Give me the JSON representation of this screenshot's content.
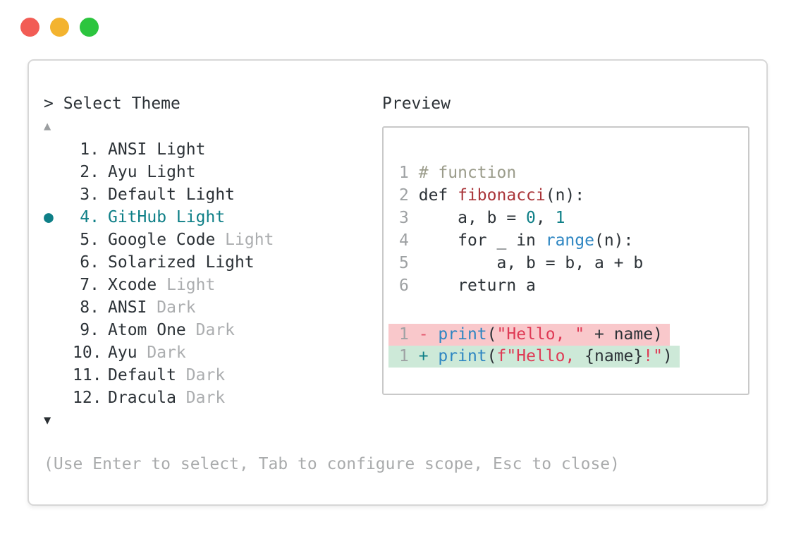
{
  "window": {
    "controls": [
      {
        "name": "close"
      },
      {
        "name": "minimize"
      },
      {
        "name": "zoom"
      }
    ]
  },
  "picker": {
    "prompt": "> Select Theme",
    "scroll_up": "▲",
    "scroll_down": "▼",
    "selected_bullet": "●",
    "themes": [
      {
        "num": "1.",
        "name": "ANSI Light",
        "suffix": "",
        "selected": false
      },
      {
        "num": "2.",
        "name": "Ayu Light",
        "suffix": "",
        "selected": false
      },
      {
        "num": "3.",
        "name": "Default Light",
        "suffix": "",
        "selected": false
      },
      {
        "num": "4.",
        "name": "GitHub Light",
        "suffix": "",
        "selected": true
      },
      {
        "num": "5.",
        "name": "Google Code",
        "suffix": "Light",
        "selected": false
      },
      {
        "num": "6.",
        "name": "Solarized Light",
        "suffix": "",
        "selected": false
      },
      {
        "num": "7.",
        "name": "Xcode",
        "suffix": "Light",
        "selected": false
      },
      {
        "num": "8.",
        "name": "ANSI",
        "suffix": "Dark",
        "selected": false
      },
      {
        "num": "9.",
        "name": "Atom One",
        "suffix": "Dark",
        "selected": false
      },
      {
        "num": "10.",
        "name": "Ayu",
        "suffix": "Dark",
        "selected": false
      },
      {
        "num": "11.",
        "name": "Default",
        "suffix": "Dark",
        "selected": false
      },
      {
        "num": "12.",
        "name": "Dracula",
        "suffix": "Dark",
        "selected": false
      }
    ],
    "hint": "(Use Enter to select, Tab to configure scope, Esc to close)"
  },
  "preview": {
    "label": "Preview",
    "code_lines": [
      {
        "num": "1",
        "tokens": [
          {
            "t": "# function",
            "c": "comment"
          }
        ]
      },
      {
        "num": "2",
        "tokens": [
          {
            "t": "def ",
            "c": "plain"
          },
          {
            "t": "fibonacci",
            "c": "func"
          },
          {
            "t": "(n):",
            "c": "plain"
          }
        ]
      },
      {
        "num": "3",
        "tokens": [
          {
            "t": "    a, b = ",
            "c": "plain"
          },
          {
            "t": "0",
            "c": "number"
          },
          {
            "t": ", ",
            "c": "plain"
          },
          {
            "t": "1",
            "c": "number"
          }
        ]
      },
      {
        "num": "4",
        "tokens": [
          {
            "t": "    for _ in ",
            "c": "plain"
          },
          {
            "t": "range",
            "c": "builtin"
          },
          {
            "t": "(n):",
            "c": "plain"
          }
        ]
      },
      {
        "num": "5",
        "tokens": [
          {
            "t": "        a, b = b, a + b",
            "c": "plain"
          }
        ]
      },
      {
        "num": "6",
        "tokens": [
          {
            "t": "    return a",
            "c": "plain"
          }
        ]
      }
    ],
    "diff_lines": [
      {
        "num": "1",
        "bg": "removed",
        "tokens": [
          {
            "t": "- ",
            "c": "removed-marker"
          },
          {
            "t": "print",
            "c": "builtin"
          },
          {
            "t": "(",
            "c": "plain"
          },
          {
            "t": "\"Hello, \"",
            "c": "string"
          },
          {
            "t": " + name)",
            "c": "plain"
          }
        ]
      },
      {
        "num": "1",
        "bg": "added",
        "tokens": [
          {
            "t": "+ ",
            "c": "added-marker"
          },
          {
            "t": "print",
            "c": "builtin"
          },
          {
            "t": "(",
            "c": "plain"
          },
          {
            "t": "f\"Hello, ",
            "c": "string"
          },
          {
            "t": "{name}",
            "c": "plain"
          },
          {
            "t": "!\"",
            "c": "string"
          },
          {
            "t": ")",
            "c": "plain"
          }
        ]
      }
    ]
  },
  "colors": {
    "accent_teal": "#0e7f87",
    "text_dark": "#2c3237",
    "text_muted": "#a9abac",
    "comment_olive": "#9b9c8b",
    "function_red": "#a93439",
    "builtin_blue": "#2e86c2",
    "string_crimson": "#df3a55",
    "removed_bg": "#f9c8cb",
    "added_bg": "#cde9d8",
    "panel_border": "#d7d7d7",
    "preview_border": "#c9c9c9",
    "traffic_red": "#f25c55",
    "traffic_yellow": "#f3b32f",
    "traffic_green": "#2cc53e"
  }
}
